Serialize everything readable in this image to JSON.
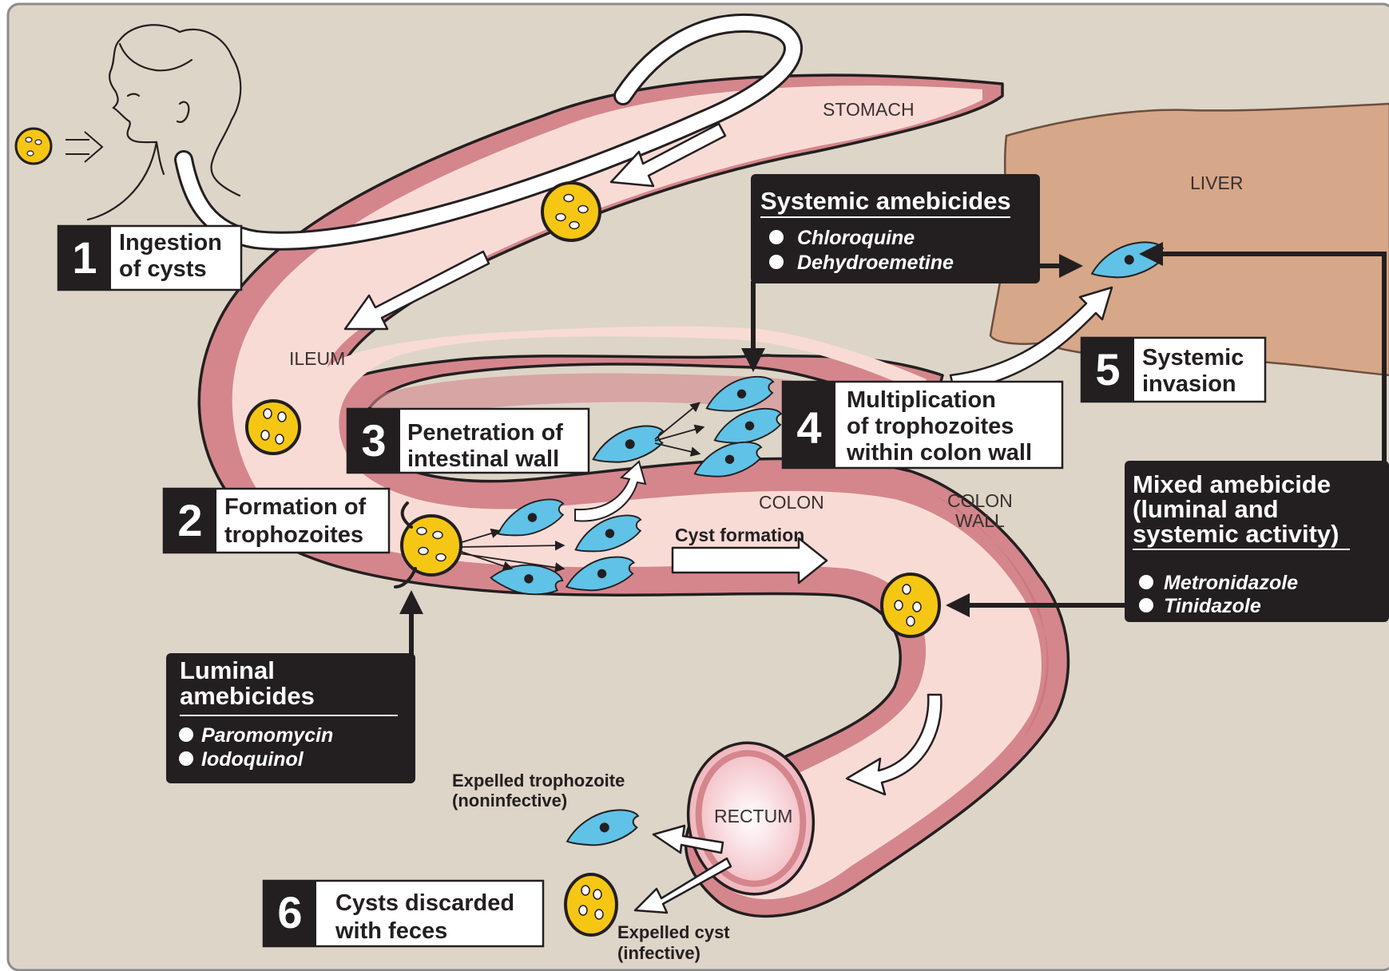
{
  "organs": {
    "stomach": "STOMACH",
    "liver": "LIVER",
    "ileum": "ILEUM",
    "colon": "COLON",
    "colon_wall": [
      "COLON",
      "WALL"
    ],
    "rectum": "RECTUM"
  },
  "steps": [
    {
      "number": "1",
      "lines": [
        "Ingestion",
        "of cysts"
      ]
    },
    {
      "number": "2",
      "lines": [
        "Formation of",
        "trophozoites"
      ]
    },
    {
      "number": "3",
      "lines": [
        "Penetration of",
        "intestinal wall"
      ]
    },
    {
      "number": "4",
      "lines": [
        "Multiplication",
        "of trophozoites",
        "within colon wall"
      ]
    },
    {
      "number": "5",
      "lines": [
        "Systemic",
        "invasion"
      ]
    },
    {
      "number": "6",
      "lines": [
        "Cysts discarded",
        "with feces"
      ]
    }
  ],
  "drug_boxes": {
    "systemic": {
      "title": "Systemic amebicides",
      "drugs": [
        "Chloroquine",
        "Dehydroemetine"
      ]
    },
    "luminal": {
      "title": [
        "Luminal",
        "amebicides"
      ],
      "drugs": [
        "Paromomycin",
        "Iodoquinol"
      ]
    },
    "mixed": {
      "title": [
        "Mixed amebicide",
        "(luminal and",
        "systemic activity)"
      ],
      "drugs": [
        "Metronidazole",
        "Tinidazole"
      ]
    }
  },
  "annotations": {
    "cyst_formation": "Cyst formation",
    "expelled_trophozoite": [
      "Expelled trophozoite",
      "(noninfective)"
    ],
    "expelled_cyst": [
      "Expelled cyst",
      "(infective)"
    ]
  },
  "colors": {
    "background": "#ddd5c7",
    "gut_wall": "#d4868c",
    "gut_lumen": "#f9dbd6",
    "liver": "#d6a789",
    "cyst": "#f6c614",
    "trophozoite": "#5fc2e6",
    "label_box": "#231f20"
  },
  "icons": [
    "person-head-icon",
    "cyst-icon",
    "trophozoite-icon",
    "arrow-icon"
  ]
}
